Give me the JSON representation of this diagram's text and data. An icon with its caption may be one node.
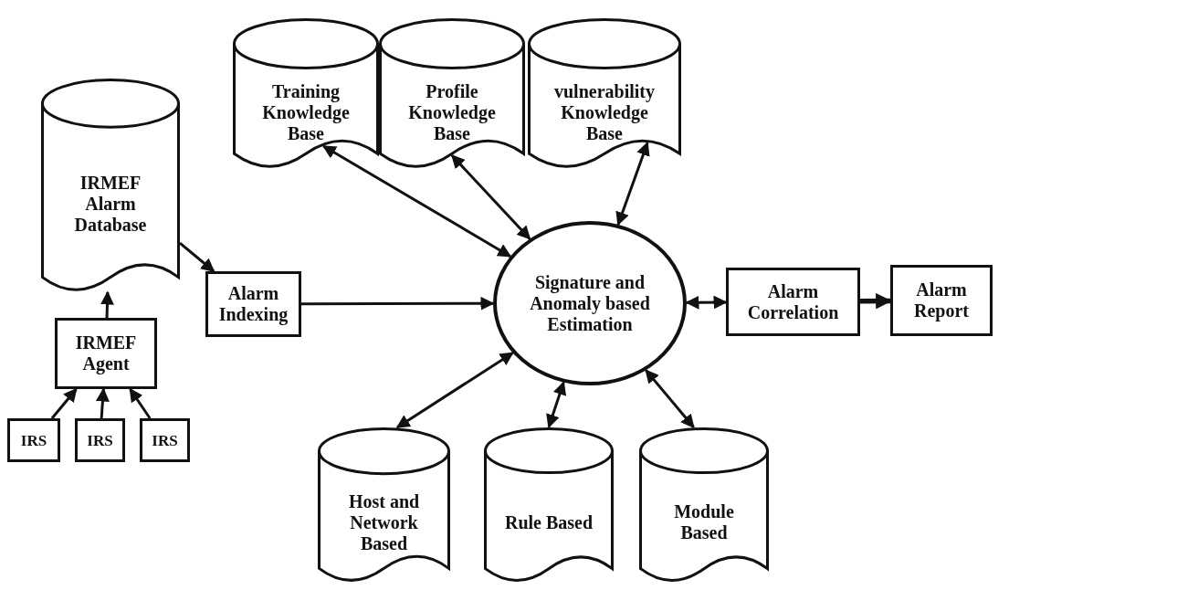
{
  "diagram": {
    "nodes": [
      {
        "text": [
          "Training Knowledge Base"
        ]
      },
      {
        "text": [
          "Profile Knowledge Base"
        ]
      },
      {
        "text": [
          "vulnerability Knowledge Base"
        ]
      },
      {
        "text": [
          "IRMEF Alarm Database"
        ]
      },
      {
        "text": [
          "Alarm Indexing"
        ]
      },
      {
        "text": [
          "Signature and Anomaly based Estimation"
        ]
      },
      {
        "text": [
          "Alarm Correlation"
        ]
      },
      {
        "text": [
          "Alarm Report"
        ]
      },
      {
        "text": [
          "IRMEF Agent"
        ]
      },
      {
        "text": [
          "IRS"
        ]
      },
      {
        "text": [
          "IRS"
        ]
      },
      {
        "text": [
          "IRS"
        ]
      },
      {
        "text": [
          "Host and Network Based"
        ]
      },
      {
        "text": [
          "Rule Based"
        ]
      },
      {
        "text": [
          "Module Based"
        ]
      }
    ],
    "edges": [
      {
        "from": 0,
        "to": 5,
        "arrow": "both"
      },
      {
        "from": 1,
        "to": 5,
        "arrow": "both"
      },
      {
        "from": 2,
        "to": 5,
        "arrow": "both"
      },
      {
        "from": 3,
        "to": 4,
        "arrow": "to"
      },
      {
        "from": 4,
        "to": 5,
        "arrow": "to"
      },
      {
        "from": 5,
        "to": 6,
        "arrow": "both"
      },
      {
        "from": 6,
        "to": 7,
        "arrow": "to",
        "style": "thick"
      },
      {
        "from": 8,
        "to": 3,
        "arrow": "to"
      },
      {
        "from": 9,
        "to": 8,
        "arrow": "to"
      },
      {
        "from": 10,
        "to": 8,
        "arrow": "to"
      },
      {
        "from": 11,
        "to": 8,
        "arrow": "to"
      },
      {
        "from": 12,
        "to": 5,
        "arrow": "both"
      },
      {
        "from": 13,
        "to": 5,
        "arrow": "both"
      },
      {
        "from": 14,
        "to": 5,
        "arrow": "both"
      }
    ]
  }
}
